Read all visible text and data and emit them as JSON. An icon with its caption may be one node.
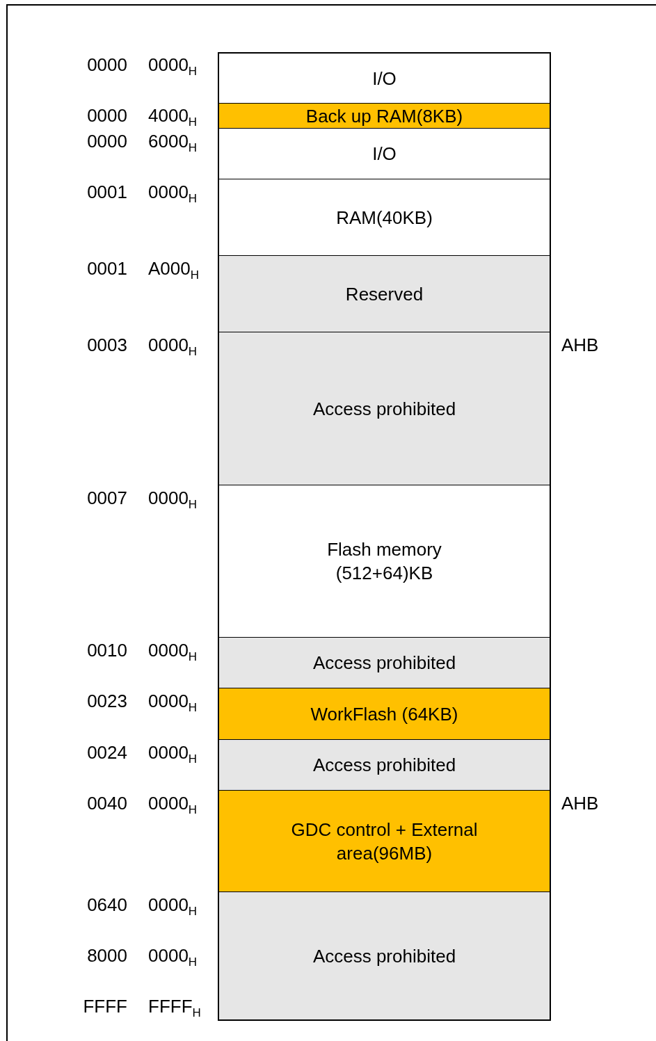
{
  "diagram": {
    "nodes": [
      {
        "text": [
          "I/O"
        ]
      },
      {
        "text": [
          "Back up RAM(8KB)"
        ]
      },
      {
        "text": [
          "I/O"
        ]
      },
      {
        "text": [
          "RAM(40KB)"
        ]
      },
      {
        "text": [
          "Reserved"
        ]
      },
      {
        "text": [
          "Access prohibited"
        ]
      },
      {
        "text": [
          "Flash memory (512+64)KB"
        ]
      },
      {
        "text": [
          "Access prohibited"
        ]
      },
      {
        "text": [
          "WorkFlash (64KB)"
        ]
      },
      {
        "text": [
          "Access prohibited"
        ]
      },
      {
        "text": [
          "GDC control + External area(96MB)"
        ]
      },
      {
        "text": [
          "Access prohibited"
        ]
      }
    ],
    "labels": [
      "0000",
      "0000$_{H}$",
      "0000",
      "4000$_{H}$",
      "0000",
      "6000$_{H}$",
      "0001",
      "0000$_{H}$",
      "0001",
      "A000$_{H}$",
      "0003",
      "0000$_{H}$",
      "AHB",
      "0007",
      "0000$_{H}$",
      "0010",
      "0000$_{H}$",
      "0023",
      "0000$_{H}$",
      "0024",
      "0000$_{H}$",
      "0040",
      "0000$_{H}$",
      "AHB",
      "0640",
      "0000$_{H}$",
      "8000",
      "0000$_{H}$",
      "FFFF",
      "FFFF$_{H}$"
    ]
  }
}
